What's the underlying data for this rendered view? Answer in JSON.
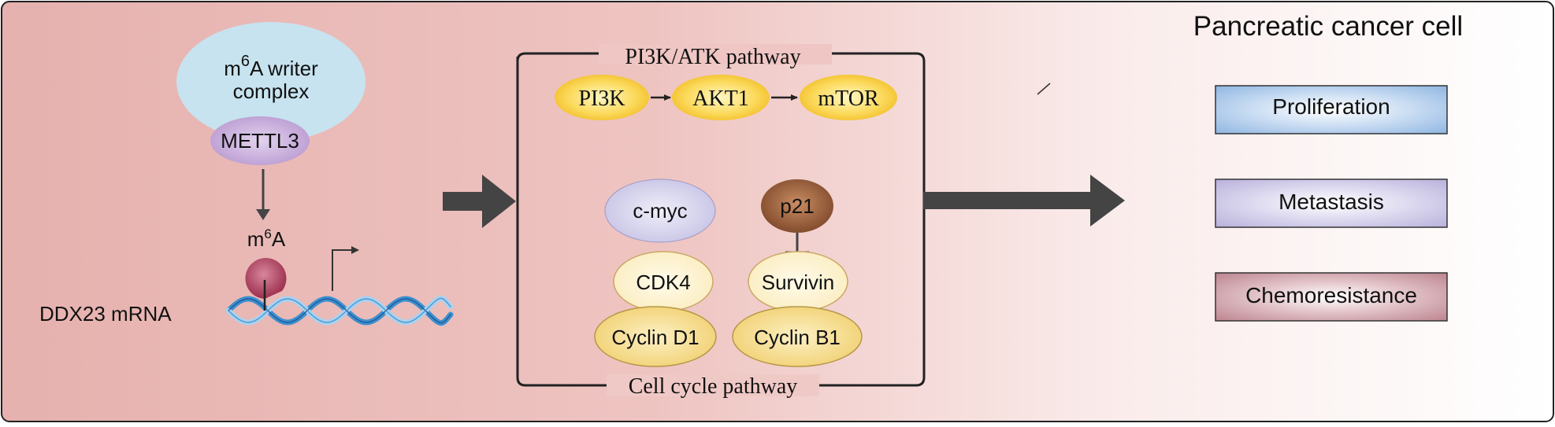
{
  "title": "Pancreatic cancer cell",
  "writer": {
    "line1_pre": "m",
    "line1_sup": "6",
    "line1_post": "A writer",
    "line2": "complex",
    "enzyme": "METTL3"
  },
  "modification": {
    "base": "m",
    "sup": "6",
    "post": "A"
  },
  "mrna_label": "DDX23 mRNA",
  "pi3k_pathway": {
    "title": "PI3K/ATK pathway",
    "nodes": [
      "PI3K",
      "AKT1",
      "mTOR"
    ]
  },
  "cell_cycle": {
    "title": "Cell cycle pathway",
    "cmyc": "c-myc",
    "cdk4": "CDK4",
    "cyclin_d1": "Cyclin D1",
    "p21": "p21",
    "survivin": "Survivin",
    "cyclin_b1": "Cyclin B1"
  },
  "outcomes": [
    "Proliferation",
    "Metastasis",
    "Chemoresistance"
  ],
  "colors": {
    "cell_bg_left": "#e8b6b3",
    "writer_blue": "#c7e3ef",
    "mettl3_purple": "#c6a9d8",
    "m6a_magenta": "#b0405f",
    "dna_blue": "#3d8fd0",
    "pathway_yellow": "#f6c62a",
    "cmyc_lavender": "#cbc8e8",
    "p21_brown": "#8c5634",
    "cream": "#fcf2cc",
    "cyclin_gold": "#f5dc8e",
    "arrow_gray": "#444444",
    "proliferation": "#9dbfe6",
    "metastasis": "#c3bce0",
    "chemoresistance": "#c48f99"
  }
}
